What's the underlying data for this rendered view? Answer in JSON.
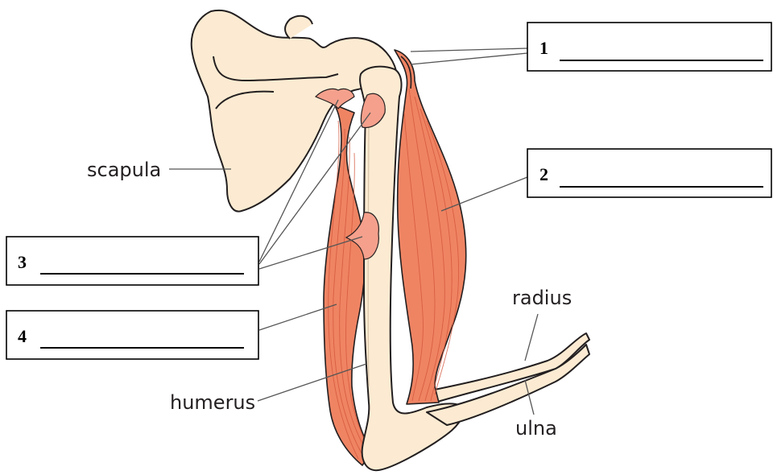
{
  "labels": {
    "scapula": "scapula",
    "humerus": "humerus",
    "radius": "radius",
    "ulna": "ulna"
  },
  "answer_boxes": [
    {
      "number": "1"
    },
    {
      "number": "2"
    },
    {
      "number": "3"
    },
    {
      "number": "4"
    }
  ],
  "colors": {
    "bone": "#fcebd2",
    "muscle": "#ef8463",
    "outline": "#231f20"
  }
}
